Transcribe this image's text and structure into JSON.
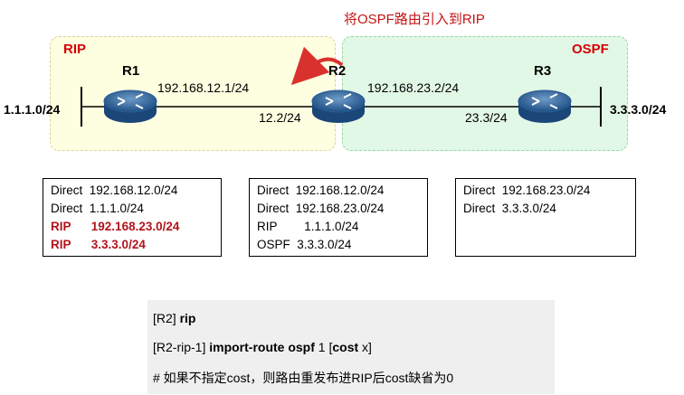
{
  "title": "将OSPF路由引入到RIP",
  "zones": {
    "rip": "RIP",
    "ospf": "OSPF"
  },
  "routers": {
    "r1": "R1",
    "r2": "R2",
    "r3": "R3"
  },
  "links": {
    "left_net": "1.1.1.0/24",
    "right_net": "3.3.3.0/24",
    "r1_r2_net": "192.168.12.1/24",
    "r2_left_if": "12.2/24",
    "r2_r3_net": "192.168.23.2/24",
    "r3_left_if": "23.3/24"
  },
  "tables": {
    "r1": [
      {
        "proto": "Direct",
        "prefix": "192.168.12.0/24",
        "highlight": false
      },
      {
        "proto": "Direct",
        "prefix": "1.1.1.0/24",
        "highlight": false
      },
      {
        "proto": "RIP",
        "prefix": "192.168.23.0/24",
        "highlight": true
      },
      {
        "proto": "RIP",
        "prefix": "3.3.3.0/24",
        "highlight": true
      }
    ],
    "r2": [
      {
        "proto": "Direct",
        "prefix": "192.168.12.0/24"
      },
      {
        "proto": "Direct",
        "prefix": "192.168.23.0/24"
      },
      {
        "proto": "RIP",
        "prefix": "1.1.1.0/24"
      },
      {
        "proto": "OSPF",
        "prefix": "3.3.3.0/24"
      }
    ],
    "r3": [
      {
        "proto": "Direct",
        "prefix": "192.168.23.0/24"
      },
      {
        "proto": "Direct",
        "prefix": "3.3.3.0/24"
      }
    ]
  },
  "commands": {
    "line1_prompt": "[R2] ",
    "line1_cmd": "rip",
    "line2_prompt": "[R2-rip-1] ",
    "line2_cmd": "import-route ospf",
    "line2_arg": " 1 [",
    "line2_kw": "cost",
    "line2_tail": " x]",
    "line3": "# 如果不指定cost，则路由重发布进RIP后cost缺省为0"
  },
  "colors": {
    "accent_red": "#c41414",
    "rip_zone": "#fefee0",
    "ospf_zone": "#e0f8e4"
  }
}
